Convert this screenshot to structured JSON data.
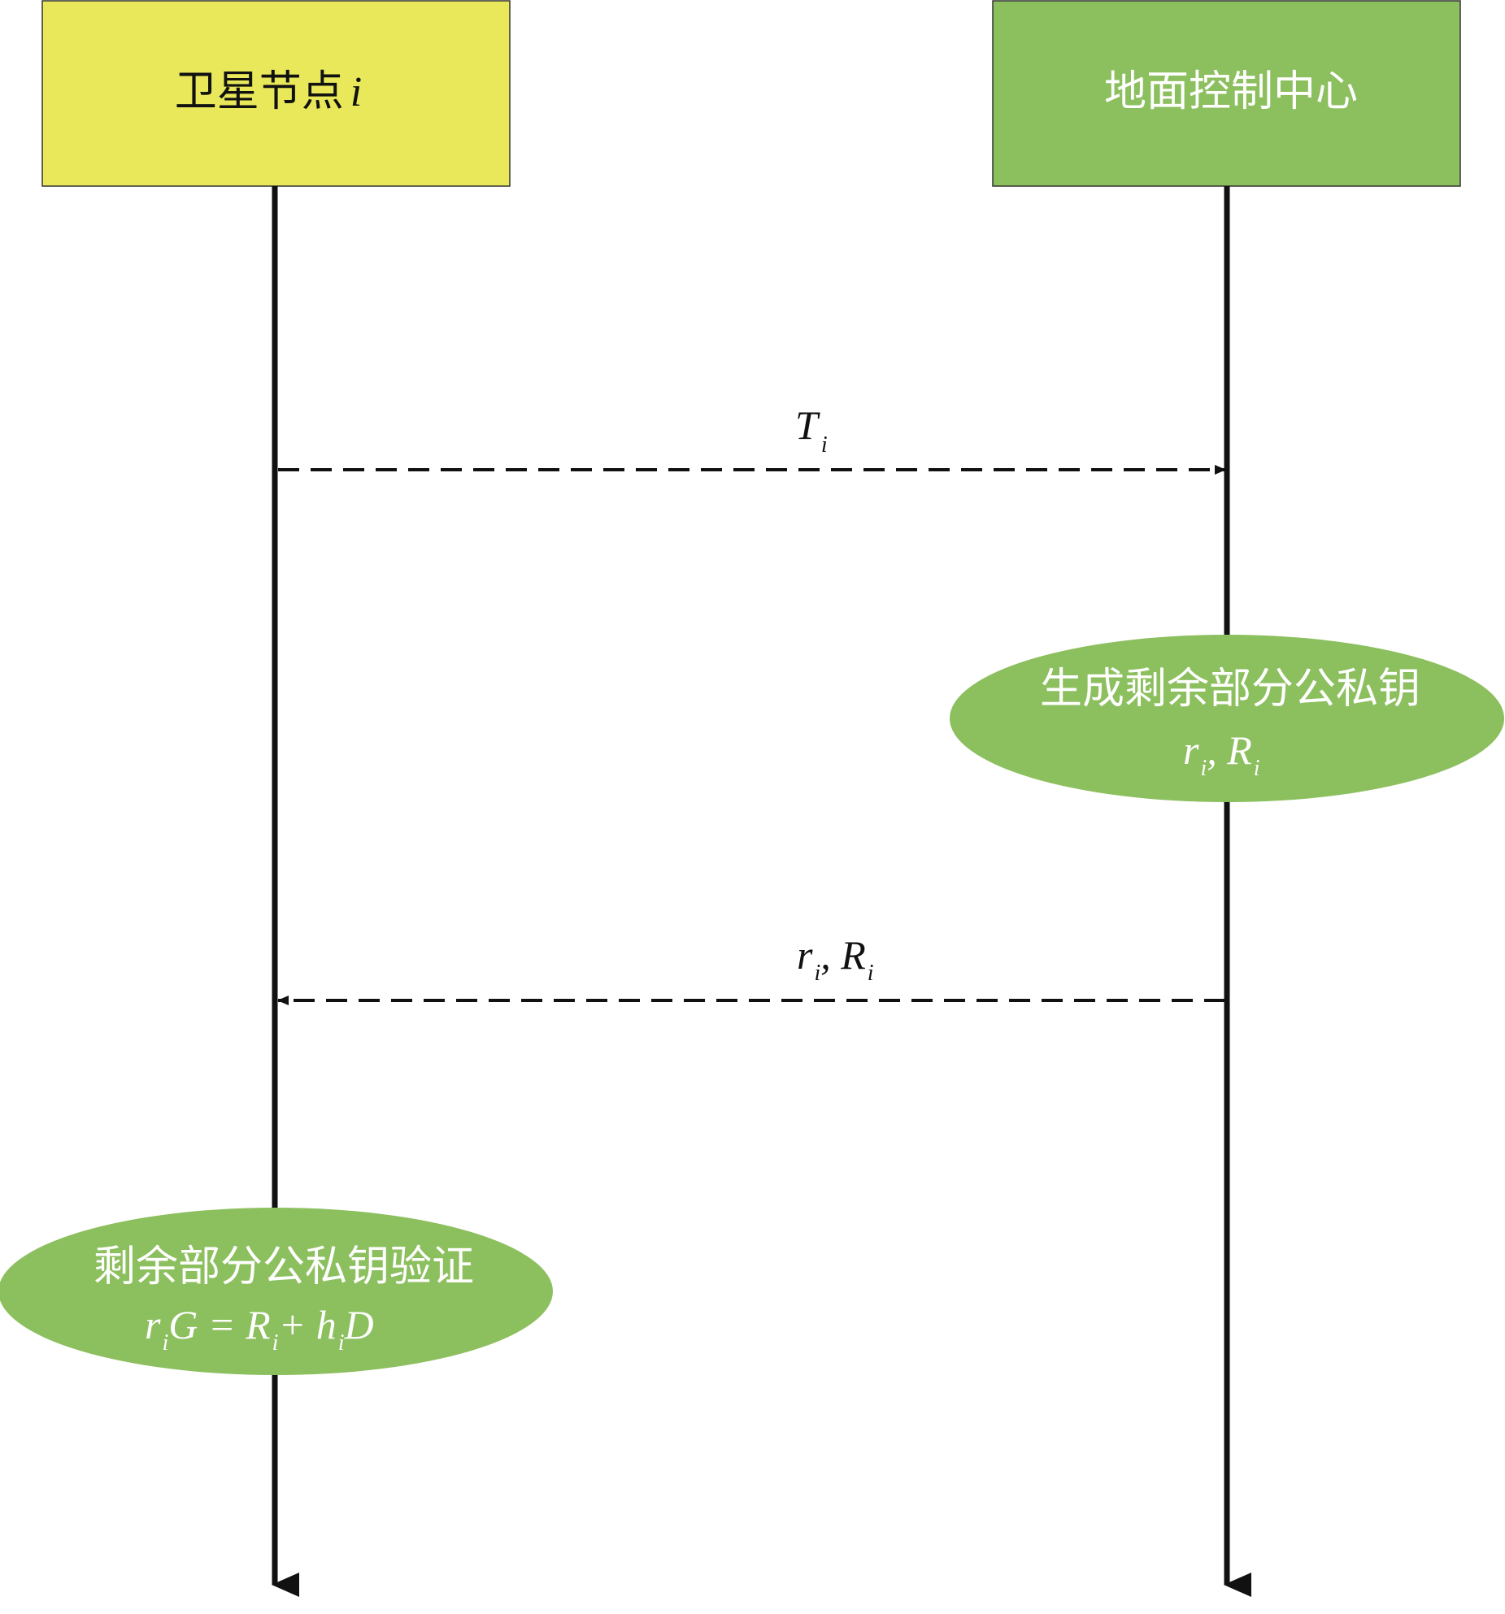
{
  "colors": {
    "satellite_box": "#e8e85a",
    "ground_box": "#8cbf5e",
    "ellipse": "#8cbf5e",
    "line": "#111111",
    "white_text": "#ffffff",
    "dark_text": "#111111"
  },
  "participants": {
    "satellite": {
      "label": "卫星节点",
      "var": "i"
    },
    "ground": {
      "label": "地面控制中心"
    }
  },
  "messages": {
    "msg1": {
      "base": "T",
      "sub": "i"
    },
    "msg2": {
      "a": "r",
      "a_sub": "i",
      "sep": ", ",
      "b": "R",
      "b_sub": "i"
    }
  },
  "processes": {
    "ground_process": {
      "title": "生成剩余部分公私钥",
      "a": "r",
      "a_sub": "i",
      "sep": ", ",
      "b": "R",
      "b_sub": "i"
    },
    "satellite_process": {
      "title": "剩余部分公私钥验证",
      "r": "r",
      "r_sub": "i",
      "G": "G",
      "eq": " = ",
      "R": "R",
      "R_sub": "i",
      "plus": "+ ",
      "h": "h",
      "h_sub": "i",
      "D": "D"
    }
  }
}
